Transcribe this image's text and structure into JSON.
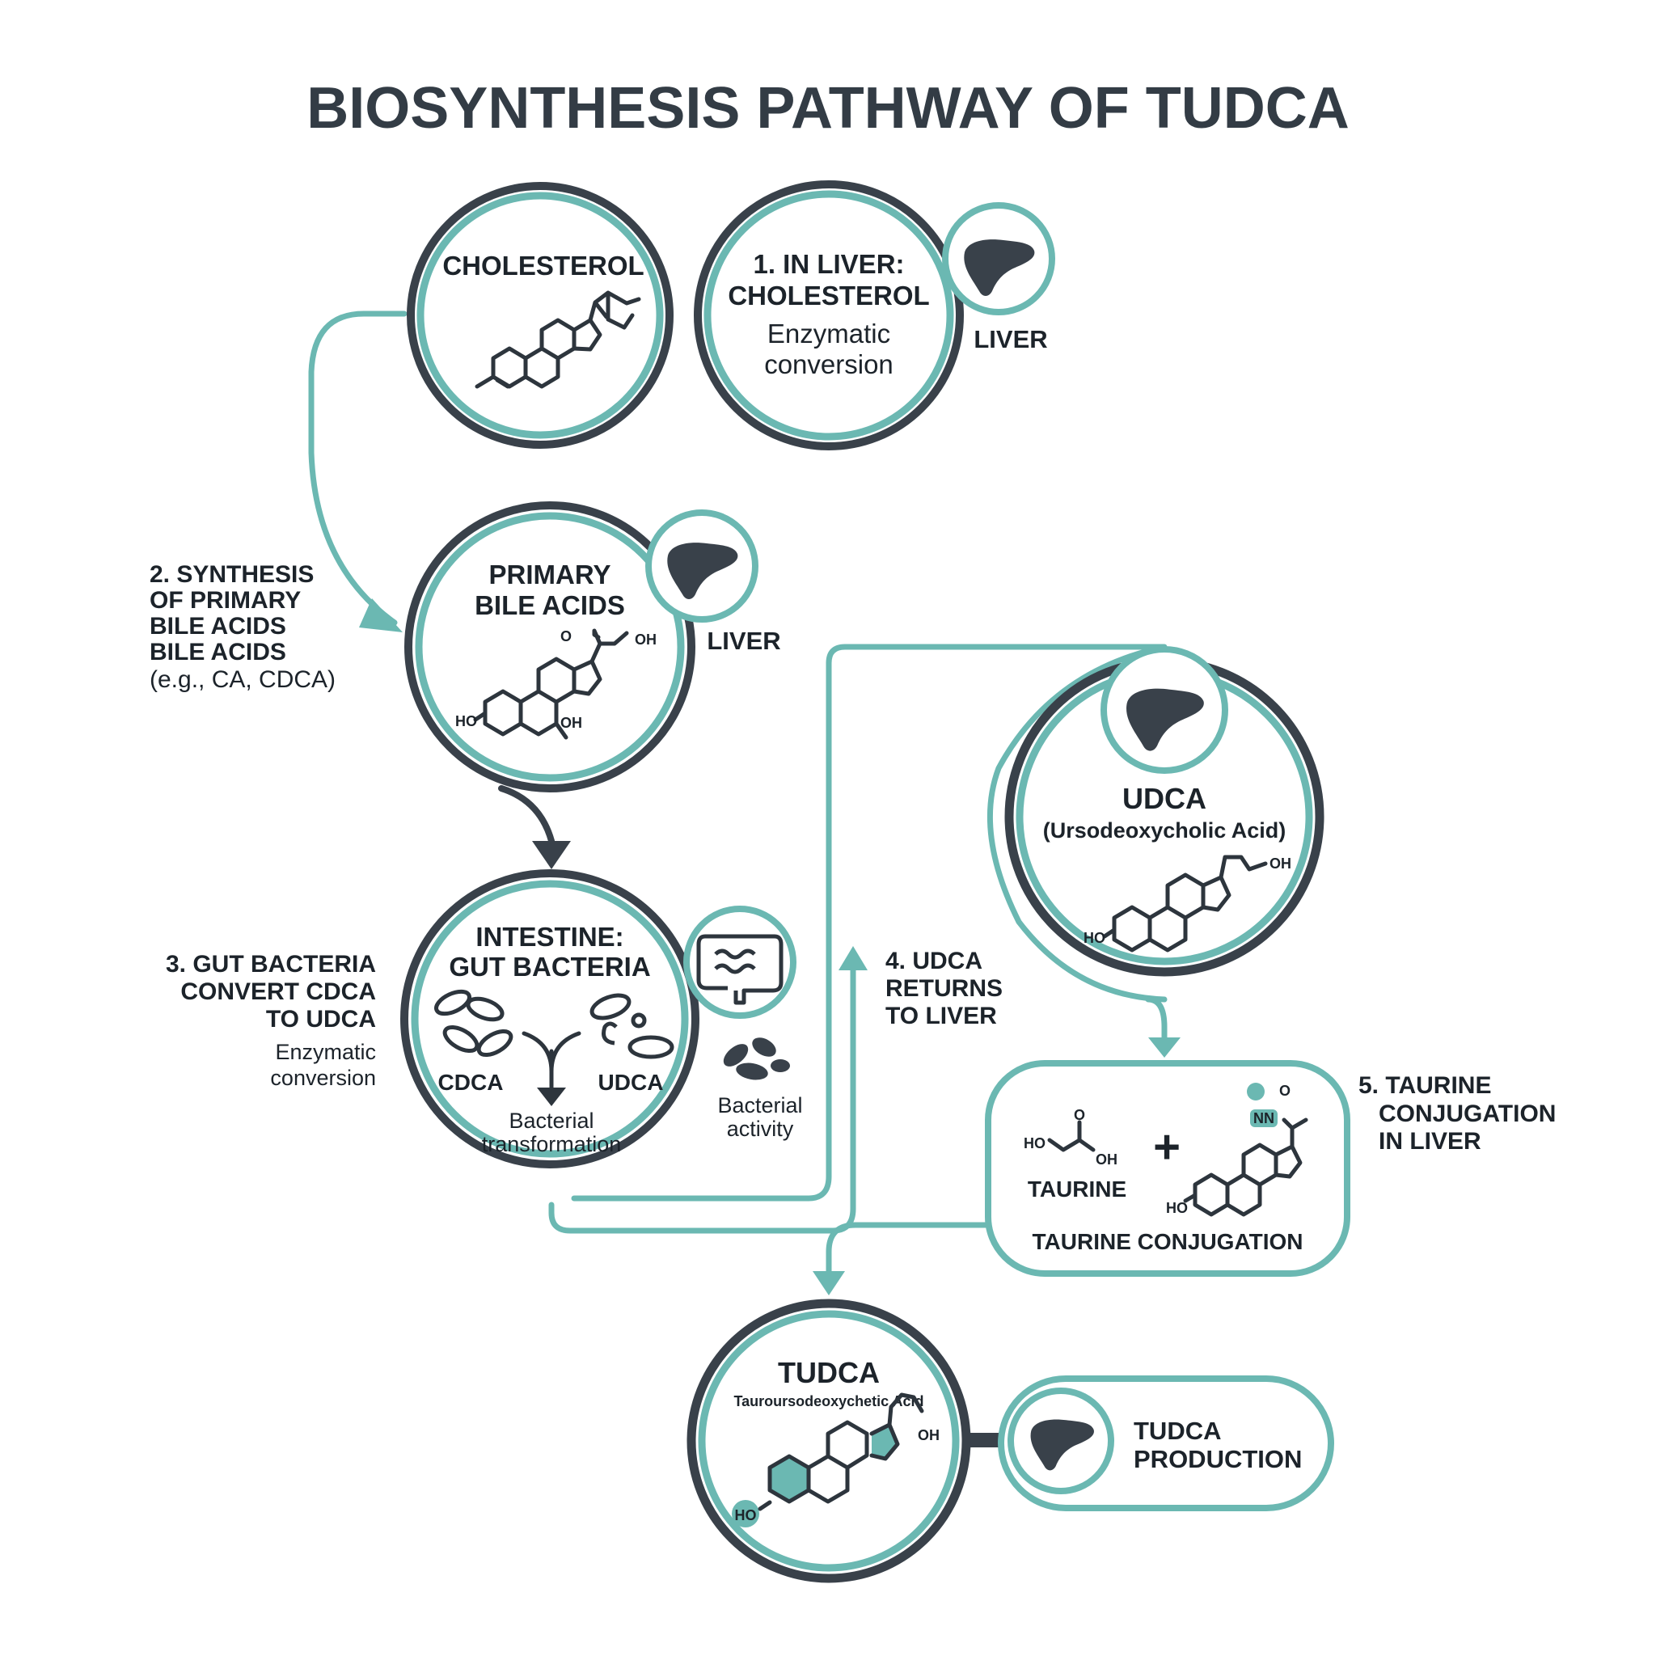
{
  "title": "BIOSYNTHESIS PATHWAY OF TUDCA",
  "nodes": {
    "cholesterol": {
      "label": "CHOLESTEROL"
    },
    "step1": {
      "line1": "1. IN LIVER:",
      "line2": "CHOLESTEROL",
      "line3": "Enzymatic",
      "line4": "conversion",
      "organ_label": "LIVER"
    },
    "primary": {
      "line1": "PRIMARY",
      "line2": "BILE ACIDS",
      "organ_label": "LIVER",
      "atom_o": "O",
      "atom_oh": "OH",
      "atom_ho": "HO",
      "atom_oh2": "OH"
    },
    "intestine": {
      "line1": "INTESTINE:",
      "line2": "GUT BACTERIA",
      "cdca": "CDCA",
      "udca": "UDCA",
      "caption1": "Bacterial",
      "caption2": "transformation",
      "side1": "Bacterial",
      "side2": "activity"
    },
    "udca": {
      "name": "UDCA",
      "full": "(Ursodeoxycholic Acid)",
      "atom_oh": "OH",
      "atom_ho": "HO"
    },
    "taurine_box": {
      "taurine": "TAURINE",
      "plus": "+",
      "caption": "TAURINE CONJUGATION",
      "atom_ho": "HO",
      "atom_o": "O",
      "atom_oh": "OH",
      "atom_o2": "O",
      "atom_nn": "NN",
      "atom_ho2": "HO"
    },
    "tudca": {
      "name": "TUDCA",
      "full": "Tauroursodeoxychetic Acid",
      "atom_oh": "OH",
      "atom_ho": "HO"
    },
    "production": {
      "line1": "TUDCA",
      "line2": "PRODUCTION"
    }
  },
  "steps": {
    "step2": {
      "line1": "2. SYNTHESIS",
      "line2": "OF PRIMARY",
      "line3": "BILE ACIDS",
      "line4": "BILE ACIDS",
      "line5": "(e.g., CA, CDCA)"
    },
    "step3": {
      "line1": "3. GUT BACTERIA",
      "line2": "CONVERT CDCA",
      "line3": "TO UDCA",
      "line4": "Enzymatic",
      "line5": "conversion"
    },
    "step4": {
      "line1": "4. UDCA",
      "line2": "RETURNS",
      "line3": "TO LIVER"
    },
    "step5": {
      "line1": "5. TAURINE",
      "line2": "CONJUGATION",
      "line3": "IN LIVER"
    }
  },
  "colors": {
    "teal": "#6bb8b2",
    "teal_dark": "#3e9a93",
    "dark": "#39414a",
    "text": "#1c232a"
  },
  "icons": [
    "liver-icon",
    "intestine-icon",
    "bacteria-icon",
    "steroid-structure"
  ]
}
